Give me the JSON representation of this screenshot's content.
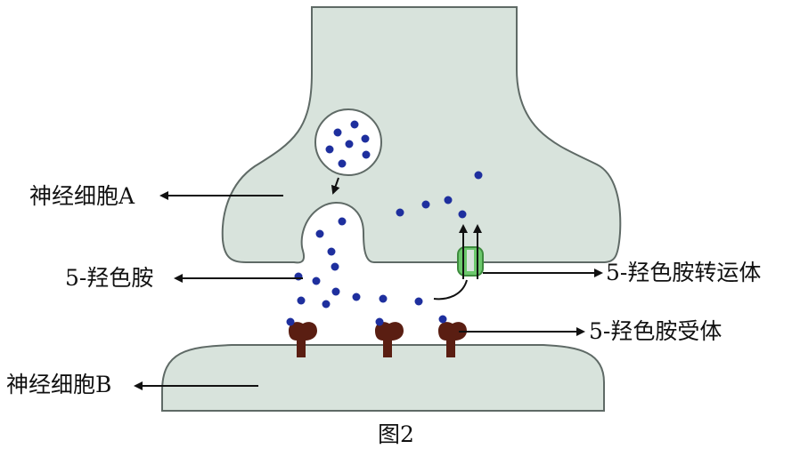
{
  "labels": {
    "neuron_a": "神经细胞A",
    "serotonin": "5-羟色胺",
    "neuron_b": "神经细胞B",
    "transporter": "5-羟色胺转运体",
    "receptor": "5-羟色胺受体"
  },
  "caption": "图2",
  "colors": {
    "cell_fill": "#d8e3dc",
    "cell_stroke": "#5f6a66",
    "serotonin_dot": "#1e2f9e",
    "transporter": "#6cc86c",
    "receptor": "#5a1e12",
    "arrow": "#111111"
  }
}
